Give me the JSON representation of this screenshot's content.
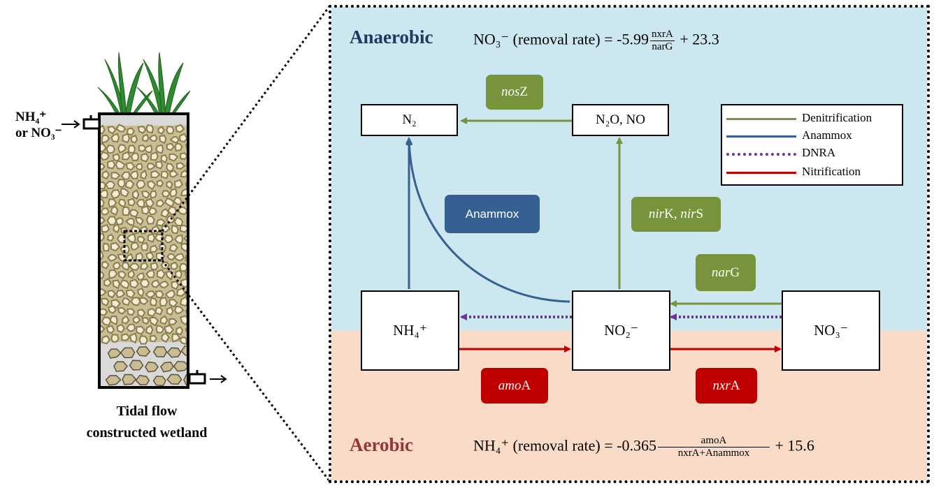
{
  "wetland": {
    "inflow_label_line1": "NH₄⁺",
    "inflow_label_line2": "or NO₃⁻",
    "caption_line1": "Tidal flow",
    "caption_line2": "constructed wetland"
  },
  "zones": {
    "anaerobic_title": "Anaerobic",
    "aerobic_title": "Aerobic",
    "anaerobic_color": "#cce7ef",
    "aerobic_color": "#fadbc7"
  },
  "equations": {
    "top_lhs": "NO₃⁻ (removal rate) = -5.99",
    "top_num": "nxrA",
    "top_den": "narG",
    "top_rhs": "+ 23.3",
    "bottom_lhs": "NH₄⁺ (removal rate) = -0.365",
    "bottom_num": "amoA",
    "bottom_den": "nxrA+Anammox",
    "bottom_rhs": "+ 15.6"
  },
  "nodes": {
    "n2": "N₂",
    "n2o_no": "N₂O, NO",
    "nh4": "NH₄⁺",
    "no2": "NO₂⁻",
    "no3": "NO₃⁻"
  },
  "genes": {
    "nosz_italic": "nos",
    "nosz_rest": "Z",
    "anammox": "Anammox",
    "nirk_italic": "nir",
    "nirk_rest": "K, ",
    "nirs_italic": "nir",
    "nirs_rest": "S",
    "narg_italic": "nar",
    "narg_rest": "G",
    "amoa_italic": "amo",
    "amoa_rest": "A",
    "nxra_italic": "nxr",
    "nxra_rest": "A"
  },
  "legend": {
    "items": [
      {
        "label": "Denitrification",
        "color": "#77933c",
        "style": "solid"
      },
      {
        "label": "Anammox",
        "color": "#376092",
        "style": "solid"
      },
      {
        "label": "DNRA",
        "color": "#7030a0",
        "style": "dotted"
      },
      {
        "label": "Nitrification",
        "color": "#c00000",
        "style": "solid"
      }
    ]
  }
}
